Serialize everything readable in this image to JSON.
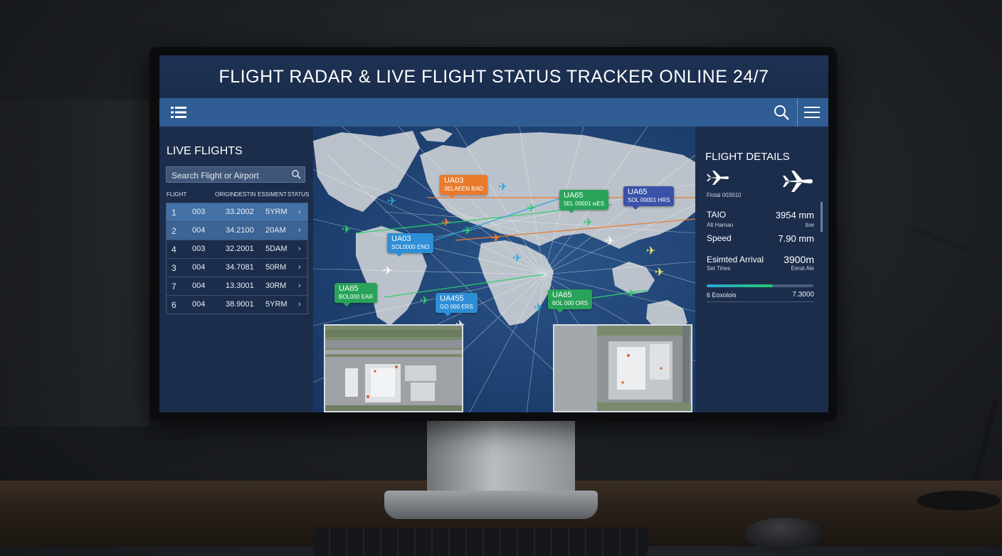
{
  "window": {
    "title": "FLIGHT RADAR & LIVE FLIGHT STATUS TRACKER ONLINE 24/7"
  },
  "nav": {
    "menu_icon": "list-menu-icon",
    "search_icon": "search-icon",
    "hamburger_icon": "hamburger-icon"
  },
  "left_panel": {
    "title": "LIVE FLIGHTS",
    "search_placeholder": "Search Flight or Airport",
    "columns": [
      "FLIGHT",
      "ORIGIN",
      "DESTIN",
      "ESSIMENT",
      "STATUS"
    ],
    "rows": [
      {
        "n": "1",
        "flight": "003",
        "time": "33.2002",
        "status": "5YRM",
        "selected": true
      },
      {
        "n": "2",
        "flight": "004",
        "time": "34.2100",
        "status": "20AM",
        "selected": true
      },
      {
        "n": "4",
        "flight": "003",
        "time": "32.2001",
        "status": "5DAM",
        "selected": false
      },
      {
        "n": "3",
        "flight": "004",
        "time": "34.7081",
        "status": "50RM",
        "selected": false
      },
      {
        "n": "7",
        "flight": "004",
        "time": "13.3001",
        "status": "30RM",
        "selected": false
      },
      {
        "n": "6",
        "flight": "004",
        "time": "38.9001",
        "status": "5YRM",
        "selected": false
      }
    ]
  },
  "map": {
    "tags": [
      {
        "l1": "UA03",
        "l2": "3ELAEEN BAD",
        "color": "#ea7a2c"
      },
      {
        "l1": "UA65",
        "l2": "5EL 00001 wES",
        "color": "#2aa35a"
      },
      {
        "l1": "UA65",
        "l2": "SOL 00001 HRS",
        "color": "#3a52a8"
      },
      {
        "l1": "UA03",
        "l2": "SOL0000 ENO",
        "color": "#2e8fd6"
      },
      {
        "l1": "UA65",
        "l2": "BOL000 EAR",
        "color": "#2aa35a"
      },
      {
        "l1": "UA455",
        "l2": "GO 000 ERS",
        "color": "#2e8fd6"
      },
      {
        "l1": "UA65",
        "l2": "6OL 000 ORS",
        "color": "#2aa35a"
      }
    ]
  },
  "right_panel": {
    "title": "FLIGHT DETAILS",
    "subtitle": "Flotal 003610",
    "rows": [
      {
        "label": "TAIO",
        "value": "3954 mm",
        "sub": "Alt Hamao",
        "sub_value": "tise"
      },
      {
        "label": "Speed",
        "value": "7.90 mm",
        "sub": "",
        "sub_value": ""
      },
      {
        "label": "Esimted Arrival",
        "value": "3900m",
        "sub": "Set Tines",
        "sub_value": "Eerat Ale"
      }
    ],
    "footer_label": "6 Eoxolois",
    "footer_value": "7.3000",
    "progress": 0.62,
    "progress_colors": [
      "#2ba7d8",
      "#26c96b"
    ]
  }
}
